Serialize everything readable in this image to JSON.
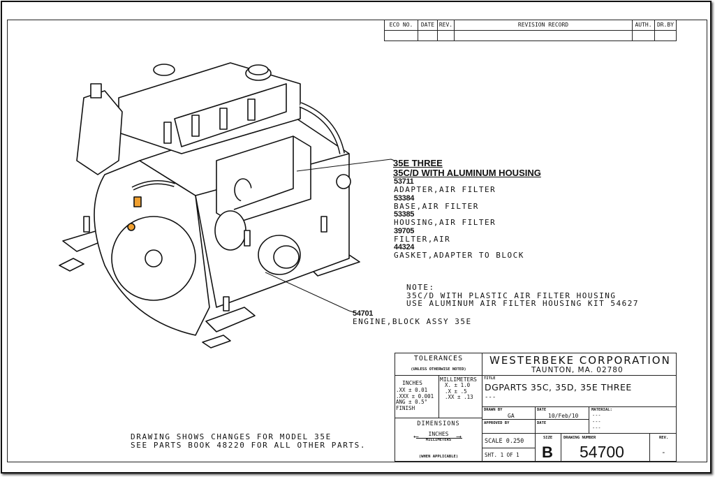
{
  "revision_table": {
    "headers": [
      "ECO NO.",
      "DATE",
      "REV.",
      "REVISION RECORD",
      "AUTH.",
      "DR.BY"
    ]
  },
  "callouts": {
    "heading1": "35E THREE",
    "heading2": "35C/D WITH ALUMINUM HOUSING",
    "parts": [
      {
        "number": "53711",
        "description": "ADAPTER,AIR FILTER"
      },
      {
        "number": "53384",
        "description": "BASE,AIR FILTER"
      },
      {
        "number": "53385",
        "description": "HOUSING,AIR FILTER"
      },
      {
        "number": "39705",
        "description": "FILTER,AIR"
      },
      {
        "number": "44324",
        "description": "GASKET,ADAPTER TO BLOCK"
      }
    ],
    "note": [
      "NOTE:",
      "35C/D WITH PLASTIC AIR FILTER HOUSING",
      "USE ALUMINUM AIR FILTER HOUSING KIT 54627"
    ],
    "engine": {
      "number": "54701",
      "description": "ENGINE,BLOCK ASSY 35E"
    }
  },
  "footer_note": [
    "DRAWING SHOWS CHANGES FOR MODEL 35E",
    "SEE PARTS BOOK 48220 FOR ALL OTHER PARTS."
  ],
  "title_block": {
    "tolerances_label": "TOLERANCES",
    "unless_noted": "(UNLESS OTHERWISE NOTED)",
    "inches_label": "INCHES",
    "inches_tol": [
      ".XX ± 0.01",
      ".XXX ± 0.001",
      "ANG ± 0.5°",
      "FINISH"
    ],
    "mm_label": "MILLIMETERS",
    "mm_tol": [
      "X. ± 1.0",
      ".X  ±  .5",
      ".XX ± .13"
    ],
    "dimensions_label": "DIMENSIONS",
    "dim_inches": "INCHES",
    "dim_mm": "MILLIMETERS",
    "when_applicable": "(WHEN APPLICABLE)",
    "company": "WESTERBEKE CORPORATION",
    "address": "TAUNTON, MA. 02780",
    "title_label": "TITLE",
    "title": "DGPARTS 35C, 35D, 35E THREE",
    "title_line2": "---",
    "drawn_by_label": "DRAWN BY",
    "drawn_by": "GA",
    "date_label": "DATE",
    "date": "10/Feb/10",
    "material_label": "MATERIAL:",
    "material": [
      "---",
      "---",
      "---"
    ],
    "approved_by_label": "APPROVED BY",
    "date2_label": "DATE",
    "scale": "SCALE 0.250",
    "sheet": "SHT. 1 OF 1",
    "size_label": "SIZE",
    "size": "B",
    "drawing_number_label": "DRAWING NUMBER",
    "drawing_number": "54700",
    "rev_label": "REV.",
    "rev": "-"
  }
}
